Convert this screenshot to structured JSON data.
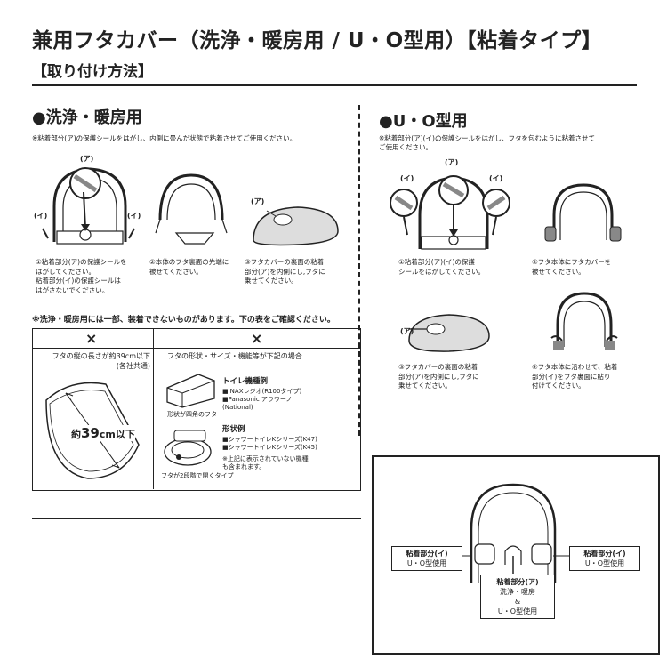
{
  "page": {
    "title": "兼用フタカバー（洗浄・暖房用 / U・O型用）【粘着タイプ】",
    "subtitle": "【取り付け方法】"
  },
  "left": {
    "heading": "●洗浄・暖房用",
    "note": "※粘着部分(ア)の保護シールをはがし、内側に畳んだ状態で粘着させてご使用ください。",
    "label_a": "(ア)",
    "label_i1": "(イ)",
    "label_i2": "(イ)",
    "label_a2": "(ア)",
    "step1": "①粘着部分(ア)の保護シールを\nはがしてください。\n粘着部分(イ)の保護シールは\nはがさないでください。",
    "step2": "②本体のフタ裏面の先端に\n被せてください。",
    "step3": "③フタカバーの裏面の粘着\n部分(ア)を内側にし,フタに\n乗せてください。",
    "warning": "※洗浄・暖房用には一部、装着できないものがあります。下の表をご確認ください。",
    "table": {
      "col1_mark": "×",
      "col2_mark": "×",
      "col1_text": "フタの縦の長さが約39cm以下\n(各社共通)",
      "col2_text": "フタの形状・サイズ・機能等が下記の場合",
      "measure_prefix": "約",
      "measure_num": "39",
      "measure_suffix": "cm以下",
      "toilet_head": "トイレ機種例",
      "toilet_items": "■INAXレジオ(R100タイプ)\n■Panasonic アラウーノ\n  (National)",
      "shape1_caption": "形状が四角のフタ",
      "shape_head": "形状例",
      "shape_items": "■シャワートイレKシリーズ(K47)\n■シャワートイレKシリーズ(K45)",
      "shape_note": "※上記に表示されていない機種\nも含まれます。",
      "shape2_caption": "フタが2段階で開くタイプ"
    }
  },
  "right": {
    "heading": "●U・O型用",
    "note": "※粘着部分(ア)(イ)の保護シールをはがし、フタを包むように粘着させて\n  ご使用ください。",
    "label_a": "(ア)",
    "label_i1": "(イ)",
    "label_i2": "(イ)",
    "label_a2": "(ア)",
    "step1": "①粘着部分(ア)(イ)の保護\nシールをはがしてください。",
    "step2": "②フタ本体にフタカバーを\n被せてください。",
    "step3": "③フタカバーの裏面の粘着\n部分(ア)を内側にし,フタに\n乗せてください。",
    "step4": "④フタ本体に沿わせて、粘着\n部分(イ)をフタ裏面に貼り\n付けてください。"
  },
  "diagram": {
    "left_callout_title": "粘着部分(イ)",
    "left_callout_sub": "U・O型使用",
    "right_callout_title": "粘着部分(イ)",
    "right_callout_sub": "U・O型使用",
    "center_callout_title": "粘着部分(ア)",
    "center_callout_sub1": "洗浄・暖房",
    "center_callout_amp": "&",
    "center_callout_sub2": "U・O型使用"
  }
}
